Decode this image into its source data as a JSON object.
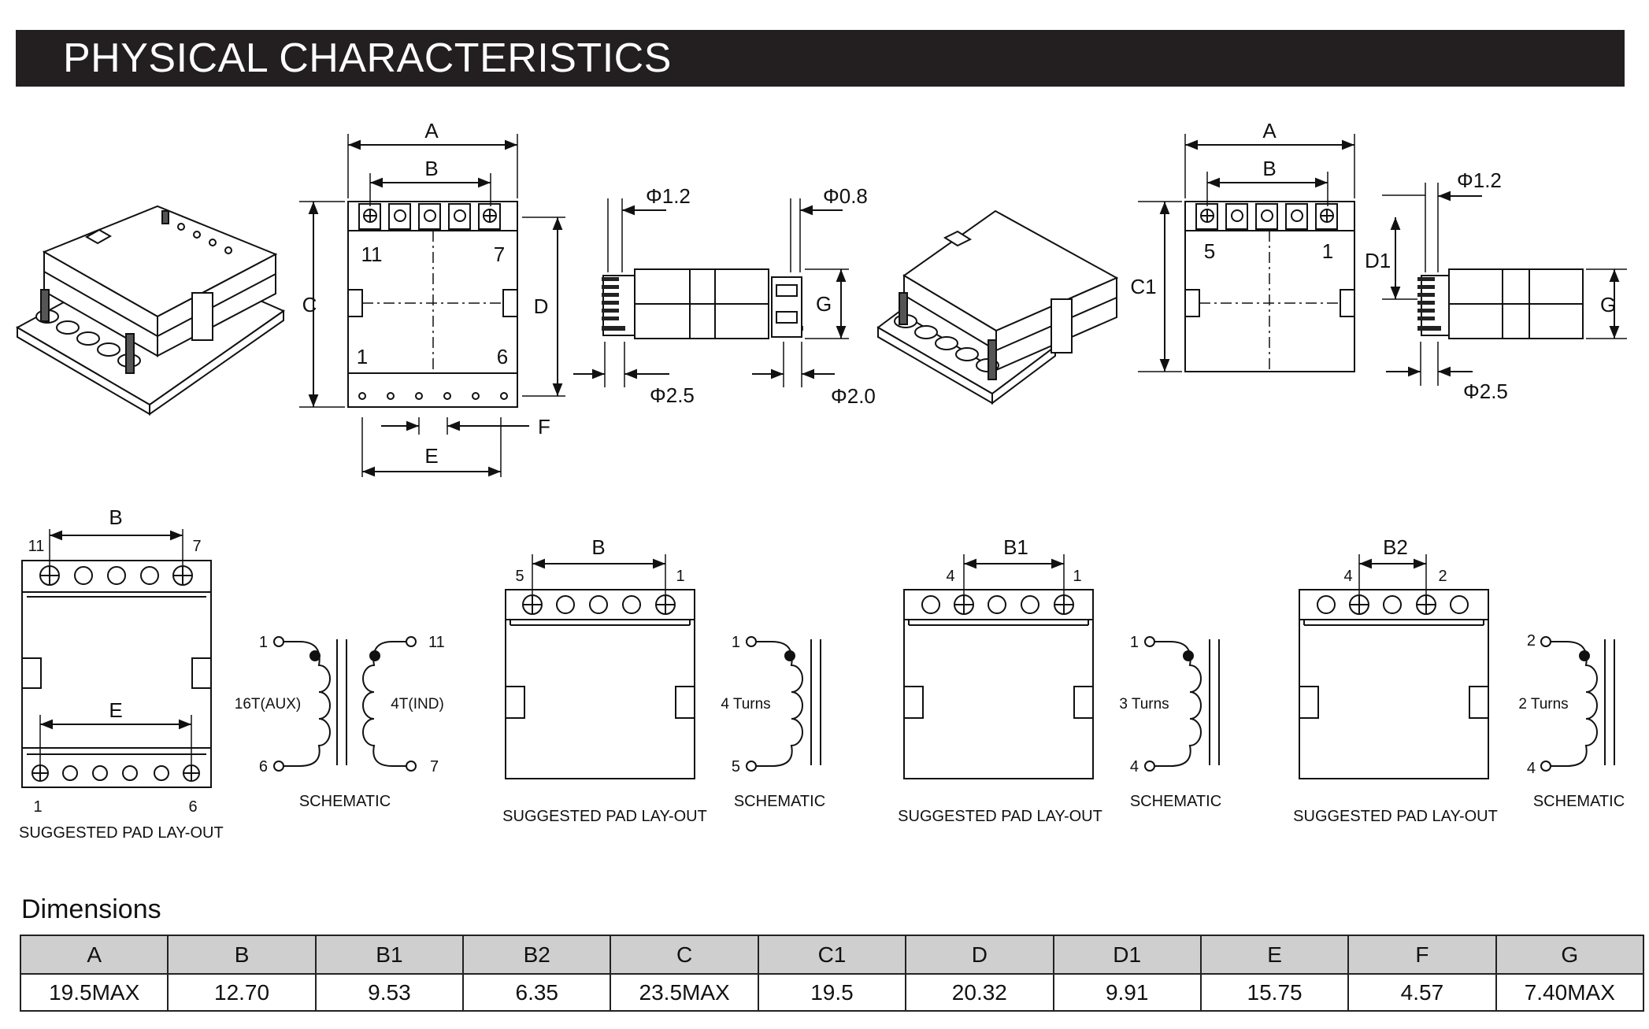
{
  "header": {
    "title": "PHYSICAL CHARACTERISTICS"
  },
  "drawing_a": {
    "dim_a": "A",
    "dim_b": "B",
    "dim_c": "C",
    "dim_d": "D",
    "dim_e": "E",
    "dim_f": "F",
    "dim_g": "G",
    "pin_11": "11",
    "pin_7": "7",
    "pin_1": "1",
    "pin_6": "6",
    "phi_1_2": "Φ1.2",
    "phi_0_8": "Φ0.8",
    "phi_2_5": "Φ2.5",
    "phi_2_0": "Φ2.0"
  },
  "drawing_b": {
    "dim_a": "A",
    "dim_b": "B",
    "dim_c1": "C1",
    "dim_d1": "D1",
    "dim_g": "G",
    "pin_5": "5",
    "pin_1": "1",
    "phi_1_2": "Φ1.2",
    "phi_2_5": "Φ2.5"
  },
  "pad1": {
    "dim_b": "B",
    "dim_e": "E",
    "pin_11": "11",
    "pin_7": "7",
    "pin_1": "1",
    "pin_6": "6",
    "caption": "SUGGESTED PAD LAY-OUT"
  },
  "sch1": {
    "pin_1": "1",
    "pin_6": "6",
    "pin_11": "11",
    "pin_7": "7",
    "aux": "16T(AUX)",
    "ind": "4T(IND)",
    "caption": "SCHEMATIC"
  },
  "pad2": {
    "dim": "B",
    "pin_left": "5",
    "pin_right": "1",
    "caption": "SUGGESTED PAD LAY-OUT"
  },
  "sch2": {
    "pin_top": "1",
    "pin_bottom": "5",
    "turns": "4 Turns",
    "caption": "SCHEMATIC"
  },
  "pad3": {
    "dim": "B1",
    "pin_left": "4",
    "pin_right": "1",
    "caption": "SUGGESTED PAD LAY-OUT"
  },
  "sch3": {
    "pin_top": "1",
    "pin_bottom": "4",
    "turns": "3 Turns",
    "caption": "SCHEMATIC"
  },
  "pad4": {
    "dim": "B2",
    "pin_left": "4",
    "pin_right": "2",
    "caption": "SUGGESTED PAD LAY-OUT"
  },
  "sch4": {
    "pin_top": "2",
    "pin_bottom": "4",
    "turns": "2 Turns",
    "caption": "SCHEMATIC"
  },
  "dimensions": {
    "title": "Dimensions",
    "headers": [
      "A",
      "B",
      "B1",
      "B2",
      "C",
      "C1",
      "D",
      "D1",
      "E",
      "F",
      "G"
    ],
    "values": [
      "19.5MAX",
      "12.70",
      "9.53",
      "6.35",
      "23.5MAX",
      "19.5",
      "20.32",
      "9.91",
      "15.75",
      "4.57",
      "7.40MAX"
    ]
  }
}
